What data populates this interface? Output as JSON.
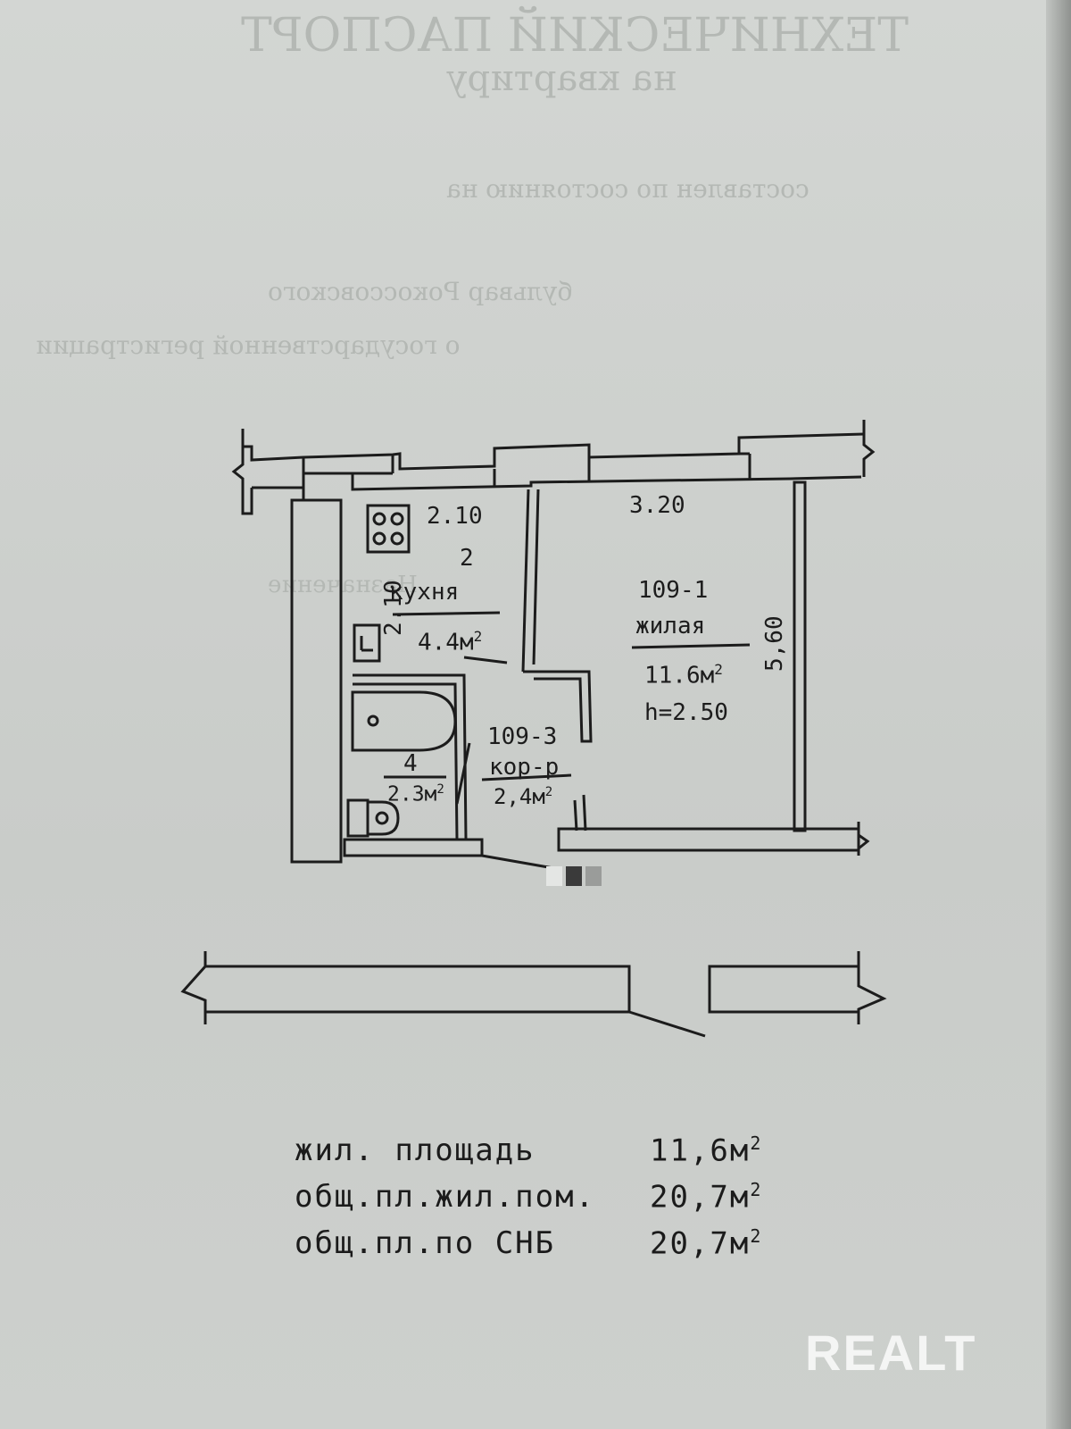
{
  "kitchen": {
    "width": "2.10",
    "length": "2.10",
    "number": "2",
    "name": "кухня",
    "area": "4.4м"
  },
  "living": {
    "width": "3.20",
    "length": "5,60",
    "number": "109-1",
    "name": "жилая",
    "area": "11.6м",
    "height": "h=2.50"
  },
  "bathroom": {
    "number": "4",
    "area": "2.3м"
  },
  "corridor": {
    "number": "109-3",
    "name": "кор-р",
    "area": "2,4м"
  },
  "area_unit_sup": "2",
  "summary": [
    {
      "label": "жил. площадь",
      "value": "11,6м"
    },
    {
      "label": "общ.пл.жил.пом.",
      "value": "20,7м"
    },
    {
      "label": "общ.пл.по СНБ",
      "value": "20,7м"
    }
  ],
  "watermark": "REALT",
  "colors": {
    "paper": "#cfd2cf",
    "ink": "#1c1c1c",
    "logo": "#f4f5f4"
  }
}
